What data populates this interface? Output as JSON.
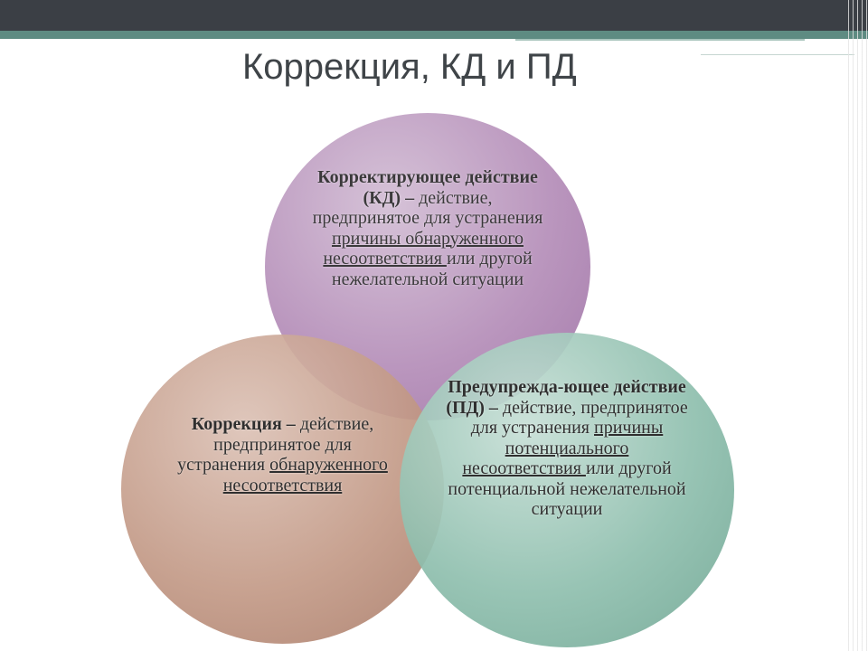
{
  "slide": {
    "title": "Коррекция, КД и ПД"
  },
  "colors": {
    "topbar": "#3b3f45",
    "accent_stripe": "#5e8b82",
    "kd_circle": "#b48db8",
    "correction_circle": "#c39a87",
    "pd_circle": "#8fbfae"
  },
  "circles": {
    "kd": {
      "term": "Корректирующее действие (КД) –",
      "text_1": "действие, предпринятое для устранения ",
      "link_1": "причины обнаруженного несоответствия ",
      "text_2": "или другой нежелательной ситуации"
    },
    "correction": {
      "term": "Коррекция –",
      "text_1": "действие, предпринятое для устранения ",
      "link_1": "обнаруженного несоответствия"
    },
    "pd": {
      "term": "Предупрежда-ющее действие (ПД) –",
      "text_1": "действие, предпринятое для устранения ",
      "link_1": "причины потенциального несоответствия ",
      "text_2": "или другой потенциальной нежелательной ситуации"
    }
  }
}
